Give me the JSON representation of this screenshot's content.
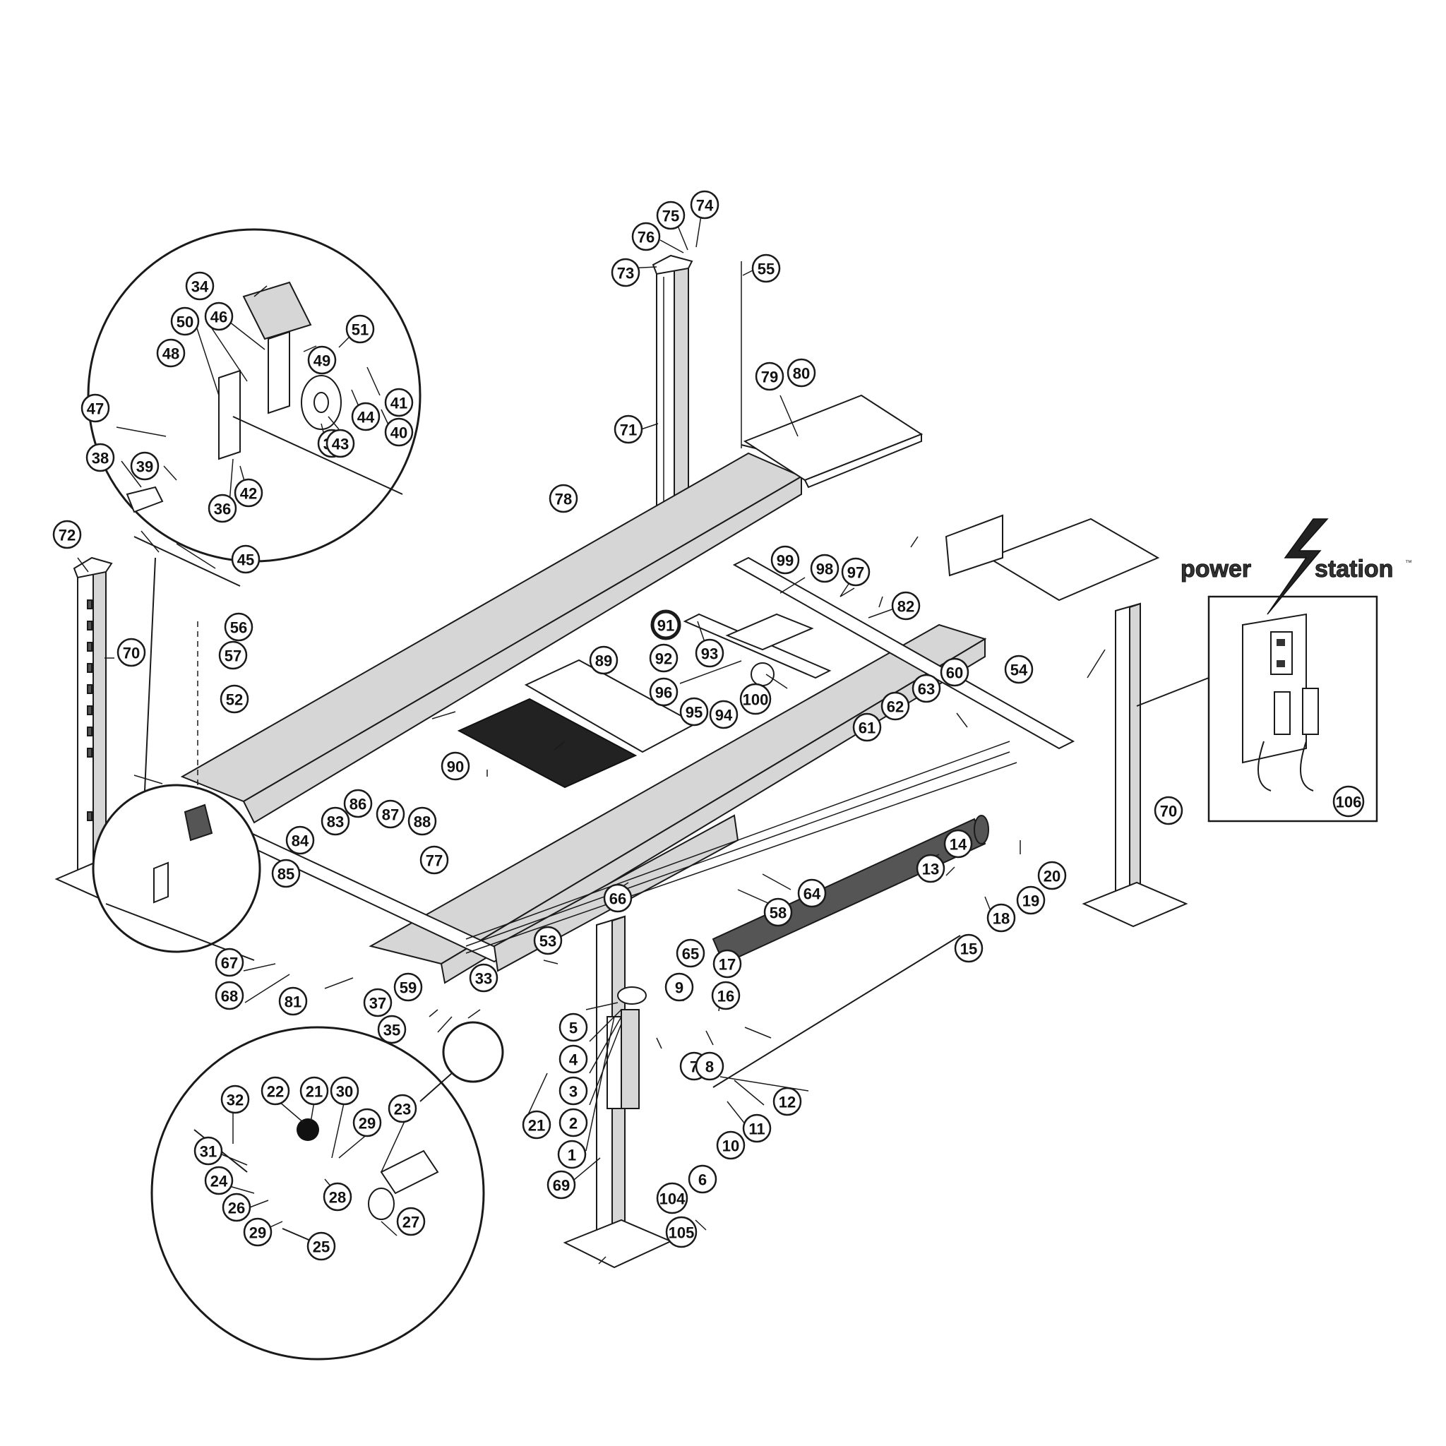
{
  "logo": {
    "word1": "power",
    "word2": "station",
    "trademark": "™"
  },
  "colors": {
    "line": "#1a1a1a",
    "part_fill": "#d6d6d6",
    "mat_fill": "#222222",
    "background": "#ffffff"
  },
  "icons": {
    "logo": "lightning-bolt-icon",
    "electrical": "outlet-icon"
  },
  "callouts": [
    {
      "id": "1",
      "label": "1"
    },
    {
      "id": "2",
      "label": "2"
    },
    {
      "id": "3",
      "label": "3"
    },
    {
      "id": "4",
      "label": "4"
    },
    {
      "id": "5",
      "label": "5"
    },
    {
      "id": "6",
      "label": "6"
    },
    {
      "id": "7",
      "label": "7"
    },
    {
      "id": "8",
      "label": "8"
    },
    {
      "id": "9",
      "label": "9"
    },
    {
      "id": "10",
      "label": "10"
    },
    {
      "id": "11",
      "label": "11"
    },
    {
      "id": "12",
      "label": "12"
    },
    {
      "id": "13",
      "label": "13"
    },
    {
      "id": "14",
      "label": "14"
    },
    {
      "id": "15",
      "label": "15"
    },
    {
      "id": "16",
      "label": "16"
    },
    {
      "id": "17",
      "label": "17"
    },
    {
      "id": "18",
      "label": "18"
    },
    {
      "id": "19",
      "label": "19"
    },
    {
      "id": "20",
      "label": "20"
    },
    {
      "id": "21a",
      "label": "21"
    },
    {
      "id": "21b",
      "label": "21"
    },
    {
      "id": "22",
      "label": "22"
    },
    {
      "id": "23",
      "label": "23"
    },
    {
      "id": "24",
      "label": "24"
    },
    {
      "id": "25",
      "label": "25"
    },
    {
      "id": "26",
      "label": "26"
    },
    {
      "id": "27",
      "label": "27"
    },
    {
      "id": "28",
      "label": "28"
    },
    {
      "id": "29a",
      "label": "29"
    },
    {
      "id": "29b",
      "label": "29"
    },
    {
      "id": "30",
      "label": "30"
    },
    {
      "id": "31",
      "label": "31"
    },
    {
      "id": "32",
      "label": "32"
    },
    {
      "id": "33",
      "label": "33"
    },
    {
      "id": "34",
      "label": "34"
    },
    {
      "id": "35a",
      "label": "35"
    },
    {
      "id": "35b",
      "label": "35"
    },
    {
      "id": "36",
      "label": "36"
    },
    {
      "id": "37",
      "label": "37"
    },
    {
      "id": "38",
      "label": "38"
    },
    {
      "id": "39",
      "label": "39"
    },
    {
      "id": "40",
      "label": "40"
    },
    {
      "id": "41",
      "label": "41"
    },
    {
      "id": "42",
      "label": "42"
    },
    {
      "id": "43",
      "label": "43"
    },
    {
      "id": "44",
      "label": "44"
    },
    {
      "id": "45",
      "label": "45"
    },
    {
      "id": "46",
      "label": "46"
    },
    {
      "id": "47",
      "label": "47"
    },
    {
      "id": "48",
      "label": "48"
    },
    {
      "id": "49",
      "label": "49"
    },
    {
      "id": "50",
      "label": "50"
    },
    {
      "id": "51",
      "label": "51"
    },
    {
      "id": "52",
      "label": "52"
    },
    {
      "id": "53",
      "label": "53"
    },
    {
      "id": "54",
      "label": "54"
    },
    {
      "id": "55",
      "label": "55"
    },
    {
      "id": "56",
      "label": "56"
    },
    {
      "id": "57",
      "label": "57"
    },
    {
      "id": "58",
      "label": "58"
    },
    {
      "id": "59",
      "label": "59"
    },
    {
      "id": "60",
      "label": "60"
    },
    {
      "id": "61",
      "label": "61"
    },
    {
      "id": "62",
      "label": "62"
    },
    {
      "id": "63",
      "label": "63"
    },
    {
      "id": "64",
      "label": "64"
    },
    {
      "id": "65",
      "label": "65"
    },
    {
      "id": "66",
      "label": "66"
    },
    {
      "id": "67",
      "label": "67"
    },
    {
      "id": "68",
      "label": "68"
    },
    {
      "id": "69",
      "label": "69"
    },
    {
      "id": "70a",
      "label": "70"
    },
    {
      "id": "70b",
      "label": "70"
    },
    {
      "id": "71",
      "label": "71"
    },
    {
      "id": "72",
      "label": "72"
    },
    {
      "id": "73",
      "label": "73"
    },
    {
      "id": "74",
      "label": "74"
    },
    {
      "id": "75",
      "label": "75"
    },
    {
      "id": "76",
      "label": "76"
    },
    {
      "id": "77",
      "label": "77"
    },
    {
      "id": "78",
      "label": "78"
    },
    {
      "id": "79",
      "label": "79"
    },
    {
      "id": "80",
      "label": "80"
    },
    {
      "id": "81",
      "label": "81"
    },
    {
      "id": "82",
      "label": "82"
    },
    {
      "id": "83",
      "label": "83"
    },
    {
      "id": "84",
      "label": "84"
    },
    {
      "id": "85",
      "label": "85"
    },
    {
      "id": "86",
      "label": "86"
    },
    {
      "id": "87",
      "label": "87"
    },
    {
      "id": "88",
      "label": "88"
    },
    {
      "id": "89",
      "label": "89"
    },
    {
      "id": "90",
      "label": "90"
    },
    {
      "id": "91",
      "label": "91"
    },
    {
      "id": "92",
      "label": "92"
    },
    {
      "id": "93",
      "label": "93"
    },
    {
      "id": "94",
      "label": "94"
    },
    {
      "id": "95",
      "label": "95"
    },
    {
      "id": "96",
      "label": "96"
    },
    {
      "id": "97",
      "label": "97"
    },
    {
      "id": "98",
      "label": "98"
    },
    {
      "id": "99",
      "label": "99"
    },
    {
      "id": "100",
      "label": "100"
    },
    {
      "id": "104",
      "label": "104"
    },
    {
      "id": "105",
      "label": "105"
    },
    {
      "id": "106",
      "label": "106"
    }
  ]
}
